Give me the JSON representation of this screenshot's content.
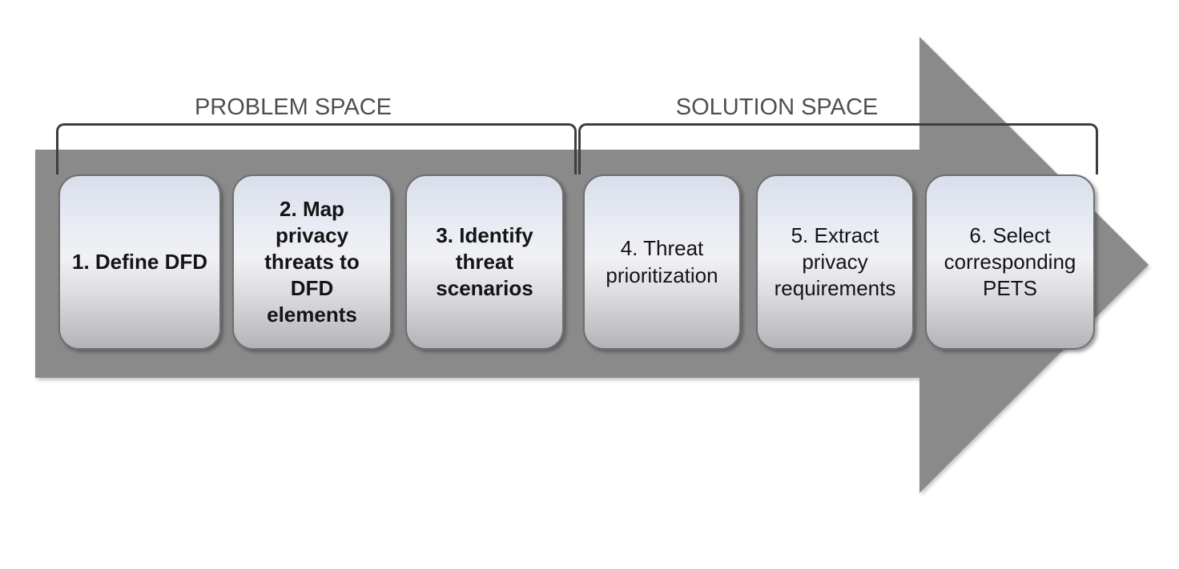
{
  "phases": [
    {
      "name": "PROBLEM SPACE",
      "steps": [
        {
          "label": "1. Define DFD"
        },
        {
          "label": "2. Map\nprivacy\nthreats to\nDFD\nelements"
        },
        {
          "label": "3. Identify\nthreat\nscenarios"
        }
      ]
    },
    {
      "name": "SOLUTION SPACE",
      "steps": [
        {
          "label": "4. Threat\nprioritization"
        },
        {
          "label": "5. Extract\nprivacy\nrequirements"
        },
        {
          "label": "6. Select\ncorresponding\nPETS"
        }
      ]
    }
  ],
  "colors": {
    "arrow": "#8a8a8a",
    "bracket": "#3e3e3e",
    "phase_label": "#4f4f4f",
    "step_text": "#141414",
    "step_border": "#6f6f6f",
    "step_gradient_top": "#d9deeb",
    "step_gradient_bottom": "#b3b4b7"
  }
}
